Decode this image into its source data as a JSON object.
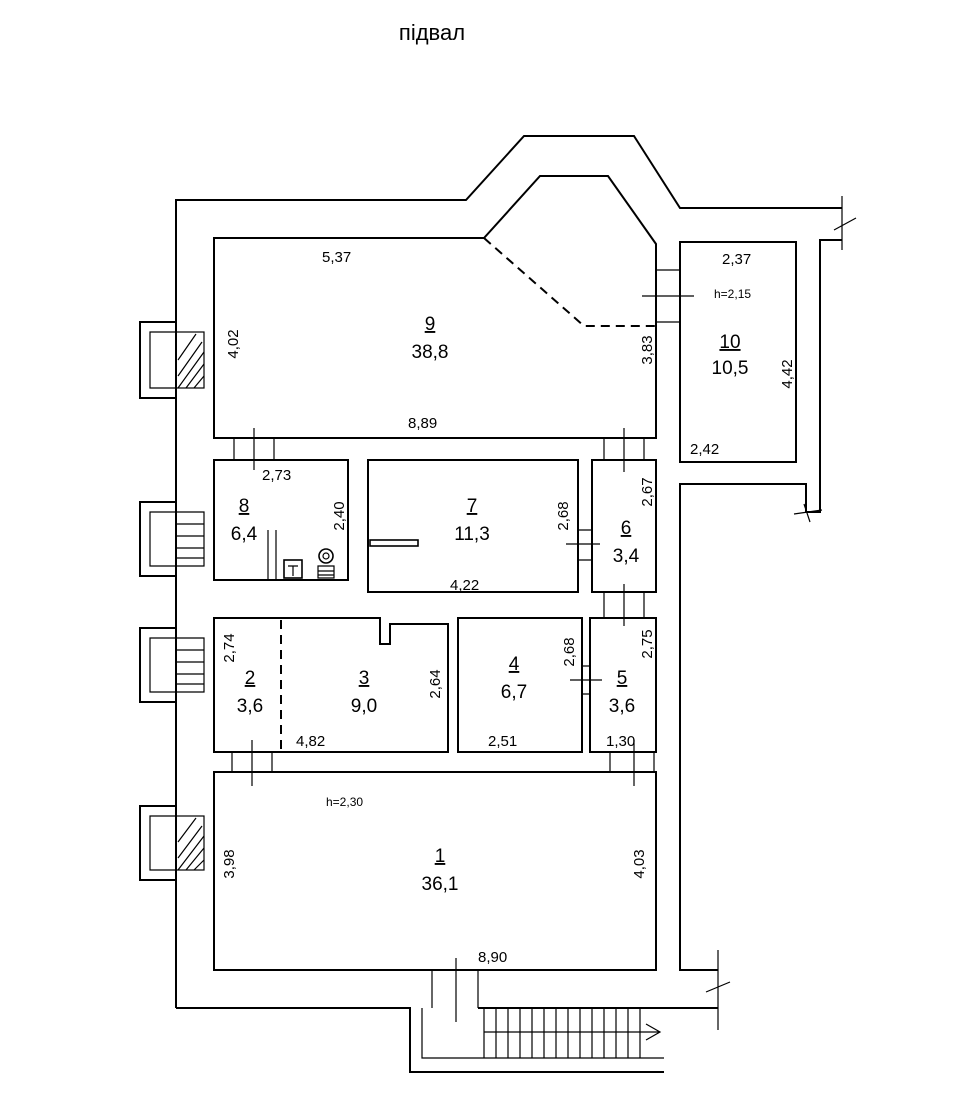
{
  "title": "підвал",
  "rooms": [
    {
      "number": "1",
      "area": "36,1"
    },
    {
      "number": "2",
      "area": "3,6"
    },
    {
      "number": "3",
      "area": "9,0"
    },
    {
      "number": "4",
      "area": "6,7"
    },
    {
      "number": "5",
      "area": "3,6"
    },
    {
      "number": "6",
      "area": "3,4"
    },
    {
      "number": "7",
      "area": "11,3"
    },
    {
      "number": "8",
      "area": "6,4"
    },
    {
      "number": "9",
      "area": "38,8"
    },
    {
      "number": "10",
      "area": "10,5"
    }
  ],
  "dimensions": {
    "r9_top": "5,37",
    "r9_left": "4,02",
    "r9_right": "3,83",
    "r9_bottom": "8,89",
    "r10_top": "2,37",
    "r10_right": "4,42",
    "r10_bottom": "2,42",
    "r8_top": "2,73",
    "r8_right": "2,40",
    "r7_right": "2,68",
    "r7_bottom": "4,22",
    "r6_right": "2,67",
    "r2_left": "2,74",
    "r3_bottom": "4,82",
    "r3_right": "2,64",
    "r4_right": "2,68",
    "r4_bottom": "2,51",
    "r5_right": "2,75",
    "r5_bottom": "1,30",
    "r1_left": "3,98",
    "r1_right": "4,03",
    "r1_bottom": "8,90"
  },
  "heights": {
    "r10": "h=2,15",
    "r1": "h=2,30"
  }
}
